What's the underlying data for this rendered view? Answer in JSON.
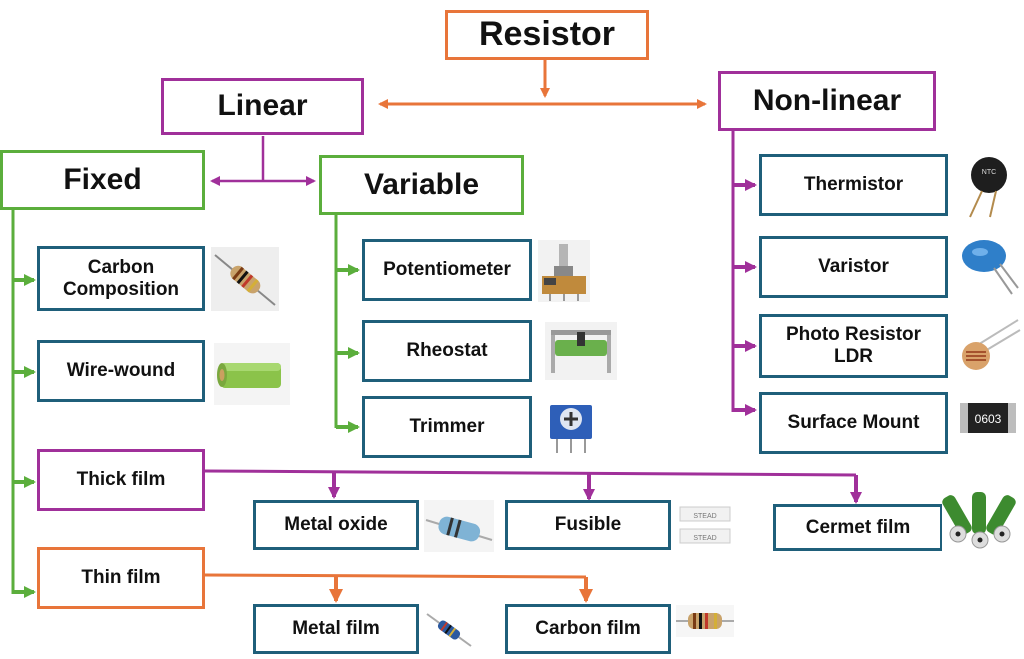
{
  "root": "Resistor",
  "level1": {
    "linear": "Linear",
    "nonlinear": "Non-linear"
  },
  "level2": {
    "fixed": "Fixed",
    "variable": "Variable"
  },
  "fixed_types": [
    "Carbon Composition",
    "Wire-wound",
    "Thick film",
    "Thin film"
  ],
  "variable_types": [
    "Potentiometer",
    "Rheostat",
    "Trimmer"
  ],
  "nonlinear_types": [
    "Thermistor",
    "Varistor",
    "Photo Resistor LDR",
    "Surface Mount"
  ],
  "thick_film_types": [
    "Metal oxide",
    "Fusible",
    "Cermet film"
  ],
  "thin_film_types": [
    "Metal film",
    "Carbon film"
  ],
  "colors": {
    "root_border": "#E8753A",
    "linear_border": "#A0309A",
    "fixed_border": "#5BAE3C",
    "leaf_border": "#1F5F7A"
  },
  "images": {
    "thermistor_label": "NTC",
    "smd_label": "0603",
    "fusible_label": "STEAD"
  }
}
